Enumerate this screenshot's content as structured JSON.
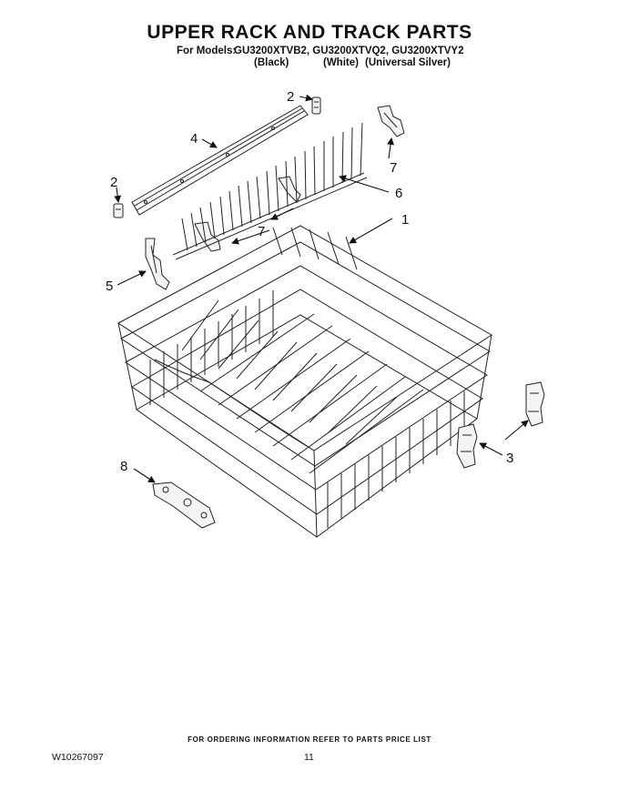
{
  "header": {
    "title": "UPPER RACK AND TRACK PARTS",
    "models_label": "For Models:",
    "models": "GU3200XTVB2, GU3200XTVQ2, GU3200XTVY2",
    "colors": [
      "(Black)",
      "(White)",
      "(Universal Silver)"
    ]
  },
  "callouts": [
    "1",
    "2",
    "2",
    "3",
    "4",
    "5",
    "6",
    "7",
    "7",
    "8"
  ],
  "footer": {
    "note": "FOR ORDERING INFORMATION REFER TO PARTS PRICE LIST",
    "doc_number": "W10267097",
    "page_number": "11"
  },
  "colors": {
    "ink": "#111111",
    "background": "#ffffff"
  }
}
